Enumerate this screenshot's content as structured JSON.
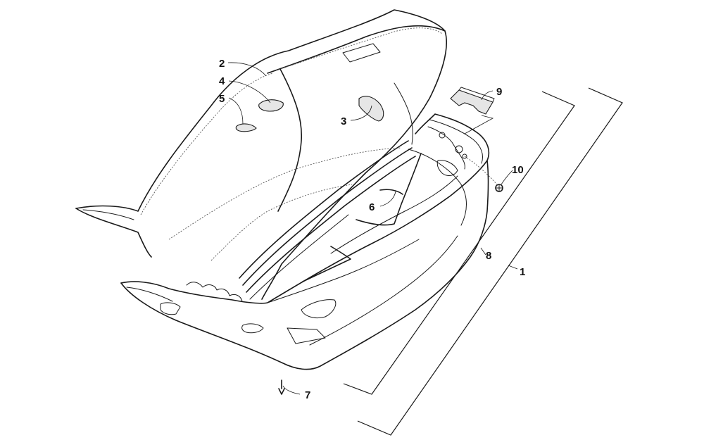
{
  "callouts": {
    "c1": "1",
    "c2": "2",
    "c3": "3",
    "c4": "4",
    "c5": "5",
    "c6": "6",
    "c7": "7",
    "c8": "8",
    "c9": "9",
    "c10": "10"
  },
  "colors": {
    "ink": "#1a1a1a",
    "part_fill": "#e6e6e6",
    "background": "#ffffff"
  }
}
